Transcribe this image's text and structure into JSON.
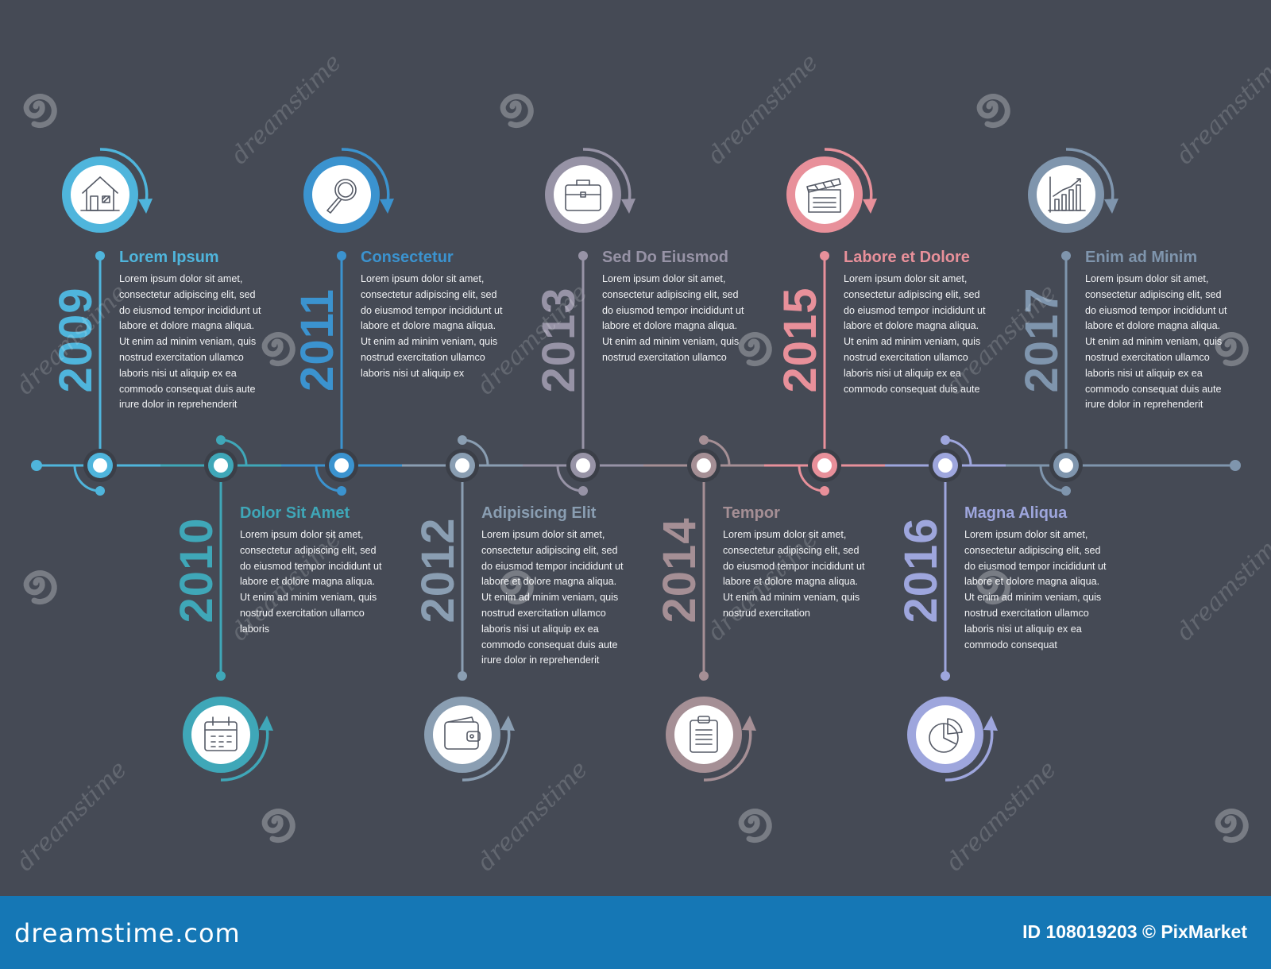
{
  "timeline": {
    "items": [
      {
        "year": "2009",
        "title": "Lorem Ipsum",
        "color": "#4fb5dc",
        "icon": "house-icon",
        "position": "top",
        "text": "Lorem ipsum dolor sit amet, consectetur adipiscing elit, sed do eiusmod tempor incididunt ut labore et dolore magna aliqua. Ut enim ad minim veniam, quis nostrud exercitation ullamco laboris nisi ut aliquip ex ea commodo consequat duis aute irure dolor in reprehenderit"
      },
      {
        "year": "2010",
        "title": "Dolor Sit Amet",
        "color": "#3fa7b8",
        "icon": "calendar-icon",
        "position": "bottom",
        "text": "Lorem ipsum dolor sit amet, consectetur adipiscing elit, sed do eiusmod tempor incididunt ut labore et dolore magna aliqua. Ut enim ad minim veniam, quis nostrud exercitation ullamco laboris"
      },
      {
        "year": "2011",
        "title": "Consectetur",
        "color": "#3b93cf",
        "icon": "magnifier-icon",
        "position": "top",
        "text": "Lorem ipsum dolor sit amet, consectetur adipiscing elit, sed do eiusmod tempor incididunt ut labore et dolore magna aliqua. Ut enim ad minim veniam, quis nostrud exercitation ullamco laboris nisi ut aliquip ex"
      },
      {
        "year": "2012",
        "title": "Adipisicing Elit",
        "color": "#8a9eb2",
        "icon": "wallet-icon",
        "position": "bottom",
        "text": "Lorem ipsum dolor sit amet, consectetur adipiscing elit, sed do eiusmod tempor incididunt ut labore et dolore magna aliqua. Ut enim ad minim veniam, quis nostrud exercitation ullamco laboris nisi ut aliquip ex ea commodo consequat duis aute irure dolor in reprehenderit"
      },
      {
        "year": "2013",
        "title": "Sed Do Eiusmod",
        "color": "#9793a6",
        "icon": "briefcase-icon",
        "position": "top",
        "text": "Lorem ipsum dolor sit amet, consectetur adipiscing elit, sed do eiusmod tempor incididunt ut labore et dolore magna aliqua. Ut enim ad minim veniam, quis nostrud exercitation ullamco"
      },
      {
        "year": "2014",
        "title": "Tempor",
        "color": "#a58f95",
        "icon": "clipboard-icon",
        "position": "bottom",
        "text": "Lorem ipsum dolor sit amet, consectetur adipiscing elit, sed do eiusmod tempor incididunt ut labore et dolore magna aliqua. Ut enim ad minim veniam, quis nostrud exercitation"
      },
      {
        "year": "2015",
        "title": "Labore et Dolore",
        "color": "#e8909a",
        "icon": "clapperboard-icon",
        "position": "top",
        "text": "Lorem ipsum dolor sit amet, consectetur adipiscing elit, sed do eiusmod tempor incididunt ut labore et dolore magna aliqua. Ut enim ad minim veniam, quis nostrud exercitation ullamco laboris nisi ut aliquip ex ea commodo consequat duis aute"
      },
      {
        "year": "2016",
        "title": "Magna Aliqua",
        "color": "#9ea6dd",
        "icon": "pie-chart-icon",
        "position": "bottom",
        "text": "Lorem ipsum dolor sit amet, consectetur adipiscing elit, sed do eiusmod tempor incididunt ut labore et dolore magna aliqua. Ut enim ad minim veniam, quis nostrud exercitation ullamco laboris nisi ut aliquip ex ea commodo consequat"
      },
      {
        "year": "2017",
        "title": "Enim ad Minim",
        "color": "#7f95ad",
        "icon": "bar-chart-icon",
        "position": "top",
        "text": "Lorem ipsum dolor sit amet, consectetur adipiscing elit, sed do eiusmod tempor incididunt ut labore et dolore magna aliqua. Ut enim ad minim veniam, quis nostrud exercitation ullamco laboris nisi ut aliquip ex ea commodo consequat duis aute irure dolor in reprehenderit"
      }
    ]
  },
  "watermark": {
    "text": "dreamstime"
  },
  "footer": {
    "logo_text": "dreamstime.com",
    "id_text": "ID 108019203 © PixMarket"
  }
}
